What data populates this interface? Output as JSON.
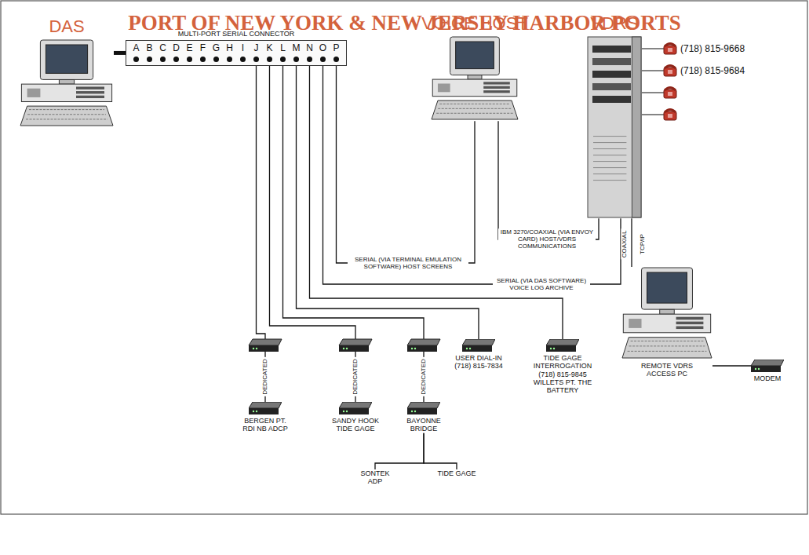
{
  "diagram": {
    "title": "PORT OF NEW YORK & NEW JERSEY HARBOR PORTS",
    "nodes": [
      {
        "text": [
          "DAS"
        ]
      },
      {
        "text": [
          "MULTI-PORT SERIAL CONNECTOR",
          "A",
          "B",
          "C",
          "D",
          "E",
          "F",
          "G",
          "H",
          "I",
          "J",
          "K",
          "L",
          "M",
          "N",
          "O",
          "P"
        ]
      },
      {
        "text": [
          "VOICE HOST"
        ]
      },
      {
        "text": [
          "VDRS"
        ]
      },
      {
        "text": [
          "BERGEN PT. RDI NB ADCP"
        ]
      },
      {
        "text": [
          "SANDY HOOK TIDE GAGE"
        ]
      },
      {
        "text": [
          "BAYONNE BRIDGE"
        ]
      },
      {
        "text": [
          "SONTEK ADP"
        ]
      },
      {
        "text": [
          "TIDE GAGE"
        ]
      },
      {
        "text": [
          "USER DIAL-IN (718) 815-7834"
        ]
      },
      {
        "text": [
          "TIDE GAGE INTERROGATION (718) 815-9845 WILLETS PT. THE BATTERY"
        ]
      },
      {
        "text": [
          "REMOTE VDRS ACCESS PC"
        ]
      },
      {
        "text": [
          "MODEM"
        ]
      }
    ],
    "edges": [
      {
        "from": 0,
        "to": 1,
        "arrow": "none"
      },
      {
        "from": 1,
        "to": 2,
        "label": "SERIAL (VIA TERMINAL EMULATION SOFTWARE) HOST SCREENS",
        "arrow": "none"
      },
      {
        "from": 2,
        "to": 3,
        "label": "IBM 3270/COAXIAL (VIA ENVOY CARD) HOST/VDRS COMMUNICATIONS",
        "arrow": "none"
      },
      {
        "from": 1,
        "to": 3,
        "label": "SERIAL (VIA DAS SOFTWARE) VOICE LOG ARCHIVE",
        "arrow": "none"
      },
      {
        "from": 1,
        "to": 4,
        "label": "DEDICATED",
        "arrow": "none"
      },
      {
        "from": 1,
        "to": 5,
        "label": "DEDICATED",
        "arrow": "none"
      },
      {
        "from": 1,
        "to": 6,
        "label": "DEDICATED",
        "arrow": "none"
      },
      {
        "from": 1,
        "to": 9,
        "arrow": "none"
      },
      {
        "from": 1,
        "to": 10,
        "arrow": "none"
      },
      {
        "from": 6,
        "to": 7,
        "arrow": "none"
      },
      {
        "from": 6,
        "to": 8,
        "arrow": "none"
      },
      {
        "from": 3,
        "to": 11,
        "label": "COAXIAL",
        "arrow": "none"
      },
      {
        "from": 11,
        "to": 12,
        "arrow": "none"
      }
    ],
    "labels": [
      "(718) 815-9668",
      "(718) 815-9684",
      "TCP/IP"
    ]
  }
}
